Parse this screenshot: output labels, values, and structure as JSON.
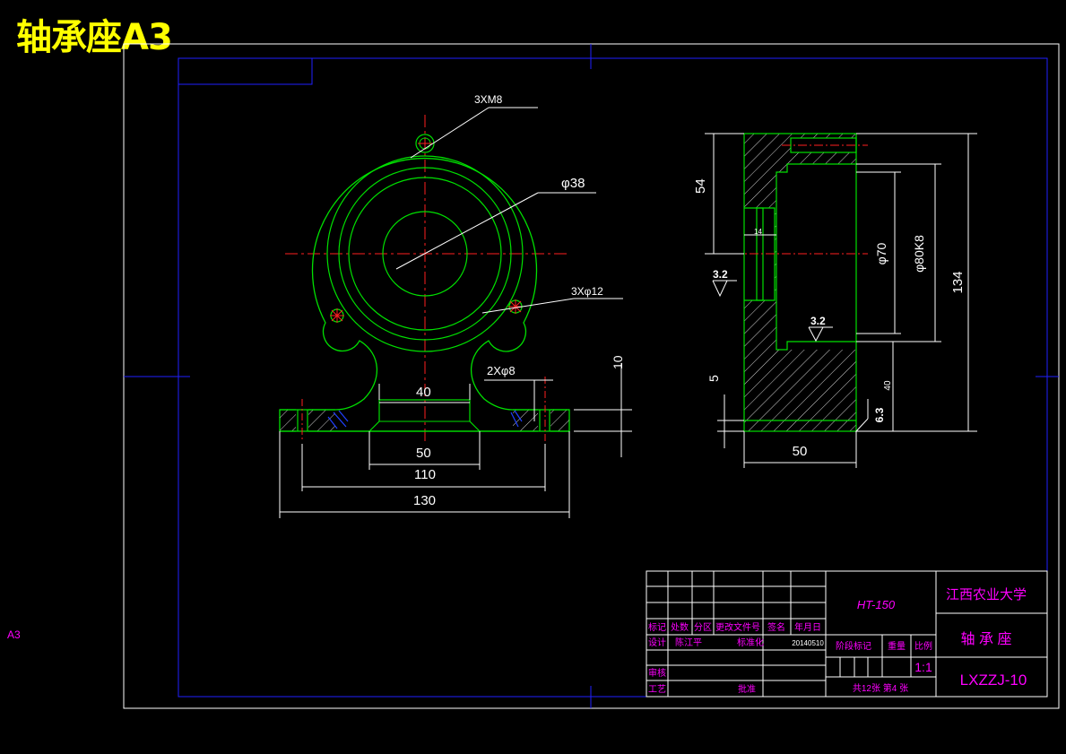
{
  "drawing_title": "轴承座A3",
  "side_label": "A3",
  "front_view": {
    "screw_note": "3XM8",
    "bore_dia": "φ38",
    "hole_note": "3Xφ12",
    "foot_hole_note": "2Xφ8",
    "dim_40": "40",
    "dim_50": "50",
    "dim_110": "110",
    "dim_130": "130",
    "dim_10": "10"
  },
  "side_view": {
    "dim_54": "54",
    "dim_14": "14",
    "rough_left": "3.2",
    "rough_bore": "3.2",
    "dim_5": "5",
    "dim_phi70": "φ70",
    "dim_phi80k8": "φ80K8",
    "dim_134": "134",
    "dim_40": "40",
    "rough_6_3": "6.3",
    "dim_50_width": "50"
  },
  "title_block": {
    "material": "HT-150",
    "school": "江西农业大学",
    "part_name": "轴 承 座",
    "drawing_no": "LXZZJ-10",
    "scale": "1:1",
    "sheet": "共12张 第4 张",
    "date": "20140510",
    "designer": "陈江平",
    "hdr_mark": "标记",
    "hdr_count": "处数",
    "hdr_zone": "分区",
    "hdr_docno": "更改文件号",
    "hdr_sign": "签名",
    "hdr_date": "年月日",
    "lbl_design": "设计",
    "lbl_standard": "标准化",
    "lbl_stage": "阶段标记",
    "lbl_weight": "重量",
    "lbl_scale": "比例",
    "lbl_review": "审核",
    "lbl_process": "工艺",
    "lbl_approve": "批准"
  }
}
